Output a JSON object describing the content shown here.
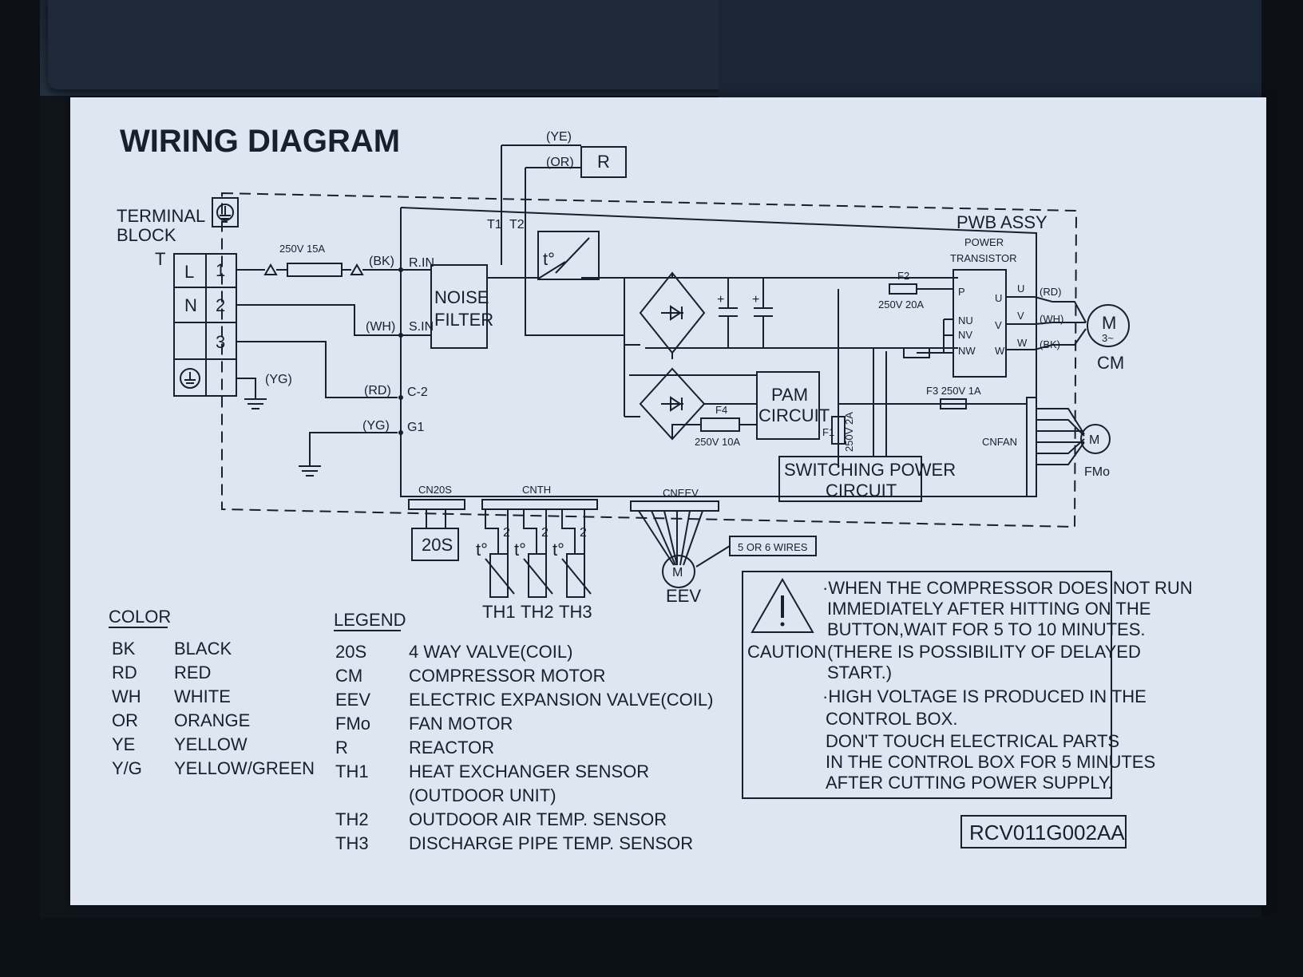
{
  "title": "WIRING DIAGRAM",
  "terminal_block": {
    "label1": "TERMINAL",
    "label2": "BLOCK",
    "t": "T",
    "rows": [
      "L",
      "N"
    ],
    "numbers": [
      "1",
      "2",
      "3"
    ]
  },
  "fuse_main": "250V 15A",
  "wires": {
    "bk": "(BK)",
    "wh": "(WH)",
    "rd": "(RD)",
    "yg": "(YG)",
    "yg2": "(YG)",
    "ye": "(YE)",
    "or": "(OR)",
    "u_rd": "(RD)",
    "v_wh": "(WH)",
    "w_bk": "(BK)"
  },
  "terminals": {
    "rin": "R.IN",
    "sin": "S.IN",
    "c2": "C-2",
    "g1": "G1",
    "t1": "T1",
    "t2": "T2"
  },
  "noise_filter": [
    "NOISE",
    "FILTER"
  ],
  "reactor": "R",
  "thermo": "t°",
  "pwb_assy": "PWB ASSY",
  "power_transistor": [
    "POWER",
    "TRANSISTOR"
  ],
  "pt_pins": {
    "p": "P",
    "nu": "NU",
    "nv": "NV",
    "nw": "NW",
    "u": "U",
    "v": "V",
    "w": "W"
  },
  "uvw": [
    "U",
    "V",
    "W"
  ],
  "fuses": {
    "f2": "F2",
    "f2_rating": "250V 20A",
    "f3": "F3 250V 1A",
    "f4": "F4",
    "f4_rating": "250V 10A",
    "f1": "F1",
    "f1_rating": "250V 2A"
  },
  "pam_circuit": [
    "PAM",
    "CIRCUIT"
  ],
  "switching_power": [
    "SWITCHING POWER",
    "CIRCUIT"
  ],
  "connectors": {
    "cnfan": "CNFAN",
    "cn20s": "CN20S",
    "cnth": "CNTH",
    "cneev": "CNEEV"
  },
  "motors": {
    "m": "M",
    "cm_sub": "3~",
    "cm": "CM",
    "fmo": "FMo",
    "eev": "EEV"
  },
  "valve_20s": "20S",
  "th_labels": [
    "TH1",
    "TH2",
    "TH3"
  ],
  "th_wire_count": "2",
  "wires_note": "5 OR 6 WIRES",
  "color_heading": "COLOR",
  "colors": [
    {
      "code": "BK",
      "name": "BLACK"
    },
    {
      "code": "RD",
      "name": "RED"
    },
    {
      "code": "WH",
      "name": "WHITE"
    },
    {
      "code": "OR",
      "name": "ORANGE"
    },
    {
      "code": "YE",
      "name": "YELLOW"
    },
    {
      "code": "Y/G",
      "name": "YELLOW/GREEN"
    }
  ],
  "legend_heading": "LEGEND",
  "legend": [
    {
      "code": "20S",
      "desc": "4 WAY VALVE(COIL)"
    },
    {
      "code": "CM",
      "desc": "COMPRESSOR MOTOR"
    },
    {
      "code": "EEV",
      "desc": "ELECTRIC EXPANSION VALVE(COIL)"
    },
    {
      "code": "FMo",
      "desc": "FAN MOTOR"
    },
    {
      "code": "R",
      "desc": "REACTOR"
    },
    {
      "code": "TH1",
      "desc": "HEAT EXCHANGER SENSOR"
    },
    {
      "code": "",
      "desc": "(OUTDOOR UNIT)"
    },
    {
      "code": "TH2",
      "desc": "OUTDOOR AIR TEMP. SENSOR"
    },
    {
      "code": "TH3",
      "desc": "DISCHARGE PIPE TEMP. SENSOR"
    }
  ],
  "caution": {
    "label": "CAUTION",
    "lines": [
      "·WHEN THE COMPRESSOR DOES NOT RUN",
      "IMMEDIATELY AFTER HITTING ON THE",
      "BUTTON,WAIT FOR 5 TO 10 MINUTES.",
      "(THERE IS POSSIBILITY OF DELAYED",
      "START.)",
      "·HIGH VOLTAGE IS PRODUCED IN THE",
      "CONTROL BOX.",
      "DON'T TOUCH ELECTRICAL PARTS",
      "IN THE CONTROL BOX FOR 5 MINUTES",
      "AFTER CUTTING POWER SUPPLY."
    ]
  },
  "part_number": "RCV011G002AA"
}
